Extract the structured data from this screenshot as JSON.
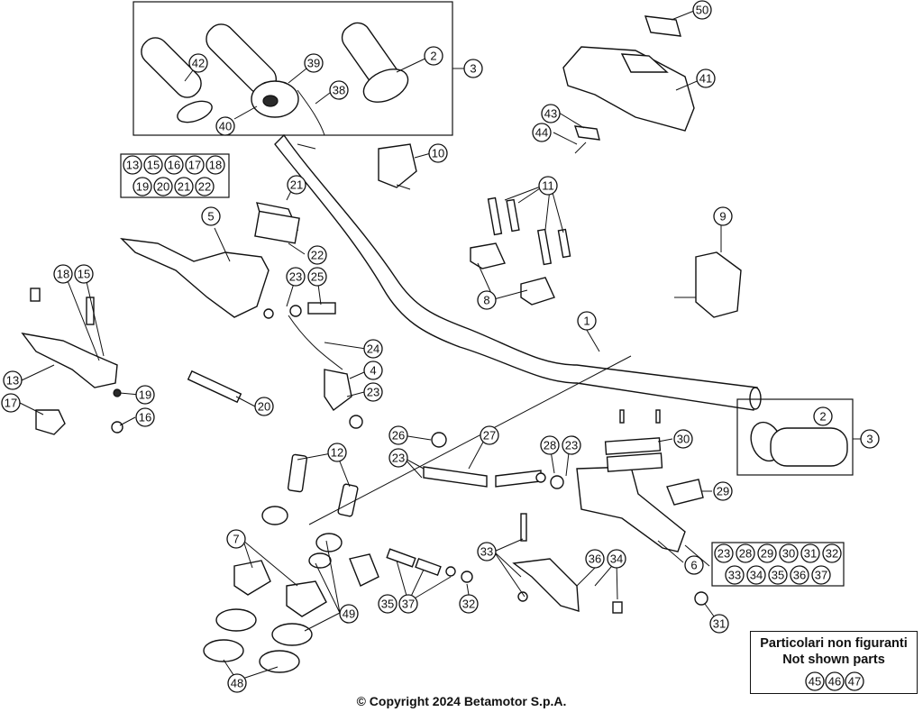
{
  "copyright": "© Copyright 2024 Betamotor S.p.A.",
  "notes": {
    "line1": "Particolari non figuranti",
    "line2": "Not shown parts",
    "numbers": [
      "45",
      "46",
      "47"
    ]
  },
  "callouts": {
    "c1": "1",
    "c2a": "2",
    "c2b": "2",
    "c3a": "3",
    "c3b": "3",
    "c4": "4",
    "c5": "5",
    "c6": "6",
    "c7": "7",
    "c8": "8",
    "c9": "9",
    "c10": "10",
    "c11": "11",
    "c12": "12",
    "c13": "13",
    "c15": "15",
    "c16": "16",
    "c17": "17",
    "c18": "18",
    "c19": "19",
    "c20": "20",
    "c21": "21",
    "c22": "22",
    "c23a": "23",
    "c23b": "23",
    "c23c": "23",
    "c24": "24",
    "c25": "25",
    "c26": "26",
    "c27": "27",
    "c28": "28",
    "c29": "29",
    "c30": "30",
    "c31": "31",
    "c32": "32",
    "c33": "33",
    "c34": "34",
    "c35": "35",
    "c36": "36",
    "c37": "37",
    "c38": "38",
    "c39": "39",
    "c40": "40",
    "c41": "41",
    "c42": "42",
    "c43": "43",
    "c44": "44",
    "c48": "48",
    "c49": "49",
    "c50": "50"
  },
  "kit_left": [
    "13",
    "15",
    "16",
    "17",
    "18",
    "19",
    "20",
    "21",
    "22"
  ],
  "kit_right": [
    "23",
    "28",
    "29",
    "30",
    "31",
    "32",
    "33",
    "34",
    "35",
    "36",
    "37"
  ]
}
